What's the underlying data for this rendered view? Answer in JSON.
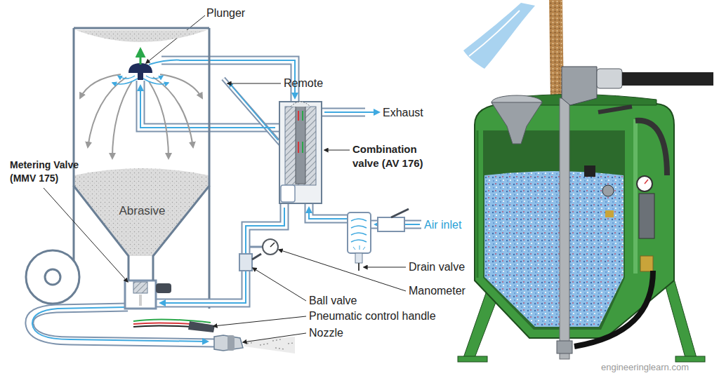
{
  "diagram": {
    "nodes": [
      {
        "text": [
          "Abrasive"
        ]
      }
    ],
    "labels": [
      "Plunger",
      "Remote",
      "Exhaust",
      "Combination valve (AV 176)",
      "Metering Valve (MMV 175)",
      "Air inlet",
      "Drain valve",
      "Manometer",
      "Ball valve",
      "Pneumatic control handle",
      "Nozzle",
      "engineeringlearn.com"
    ]
  }
}
